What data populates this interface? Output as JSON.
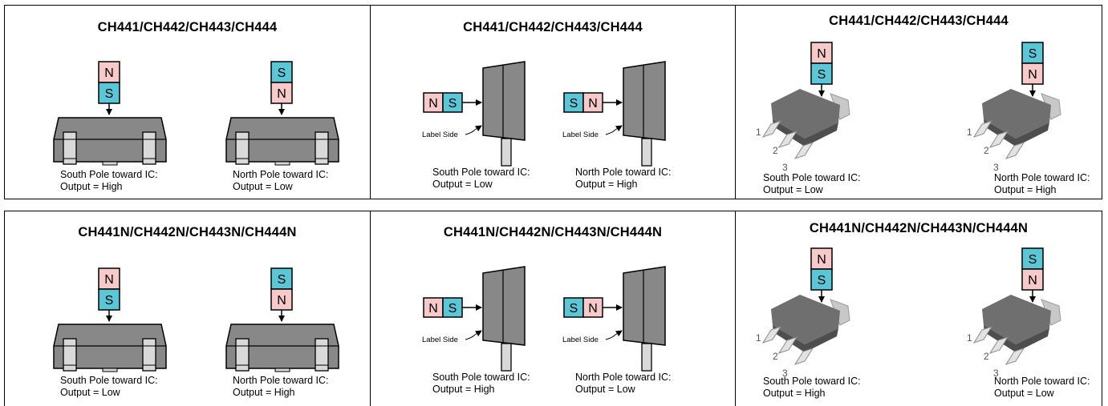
{
  "panels": [
    {
      "title": "CH441/CH442/CH443/CH444",
      "left": {
        "top": "N",
        "bottom": "S",
        "caption1": "South Pole toward IC:",
        "caption2": "Output = High"
      },
      "right": {
        "top": "S",
        "bottom": "N",
        "caption1": "North Pole toward IC:",
        "caption2": "Output = Low"
      }
    },
    {
      "title": "CH441/CH442/CH443/CH444",
      "label_side": "Label Side",
      "left": {
        "first": "N",
        "second": "S",
        "caption1": "South Pole toward IC:",
        "caption2": "Output = Low"
      },
      "right": {
        "first": "S",
        "second": "N",
        "caption1": "North Pole toward IC:",
        "caption2": "Output = High"
      }
    },
    {
      "title": "CH441/CH442/CH443/CH444",
      "pins": [
        "1",
        "2",
        "3"
      ],
      "left": {
        "top": "N",
        "bottom": "S",
        "caption1": "South Pole toward IC:",
        "caption2": "Output = Low"
      },
      "right": {
        "top": "S",
        "bottom": "N",
        "caption1": "North Pole toward IC:",
        "caption2": "Output = High"
      }
    },
    {
      "title": "CH441N/CH442N/CH443N/CH444N",
      "left": {
        "top": "N",
        "bottom": "S",
        "caption1": "South Pole toward IC:",
        "caption2": "Output = Low"
      },
      "right": {
        "top": "S",
        "bottom": "N",
        "caption1": "North Pole toward IC:",
        "caption2": "Output = High"
      }
    },
    {
      "title": "CH441N/CH442N/CH443N/CH444N",
      "label_side": "Label Side",
      "left": {
        "first": "N",
        "second": "S",
        "caption1": "South Pole toward IC:",
        "caption2": "Output = High"
      },
      "right": {
        "first": "S",
        "second": "N",
        "caption1": "North Pole toward IC:",
        "caption2": "Output = Low"
      }
    },
    {
      "title": "CH441N/CH442N/CH443N/CH444N",
      "pins": [
        "1",
        "2",
        "3"
      ],
      "left": {
        "top": "N",
        "bottom": "S",
        "caption1": "South Pole toward IC:",
        "caption2": "Output = High"
      },
      "right": {
        "top": "S",
        "bottom": "N",
        "caption1": "North Pole toward IC:",
        "caption2": "Output = Low"
      }
    }
  ],
  "colors": {
    "north": "#f7c9c9",
    "south": "#5bc7d6",
    "package": "#888888",
    "package_dark": "#555555",
    "pin": "#d9d9d9"
  }
}
